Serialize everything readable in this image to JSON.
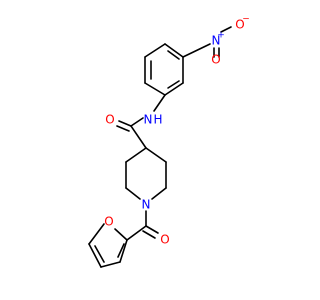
{
  "molecule": {
    "colors": {
      "bond": "#000000",
      "oxygen": "#ff0000",
      "nitrogen": "#0000ff"
    },
    "labels": {
      "nitro_oxygen_upper": "O",
      "nitro_oxygen_upper_charge": "−",
      "nitro_nitrogen": "N",
      "nitro_nitrogen_charge": "+",
      "nitro_oxygen_lower": "O",
      "amide_oxygen": "O",
      "amide_nitrogen": "N",
      "amide_hydrogen": "H",
      "piperidine_nitrogen": "N",
      "furoyl_oxygen": "O",
      "furan_oxygen": "O"
    }
  }
}
